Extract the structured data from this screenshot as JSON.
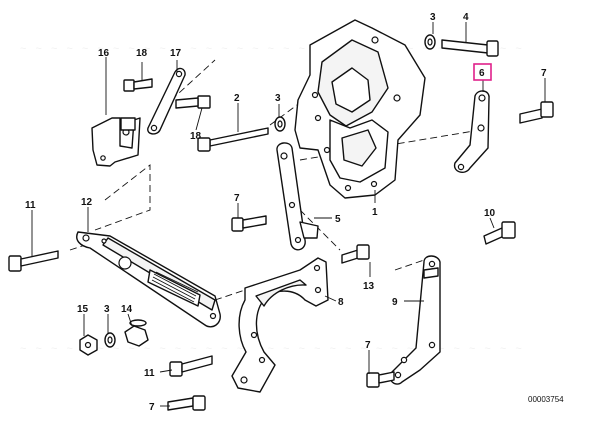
{
  "diagram": {
    "drawing_number": "00003754",
    "highlight_color": "#e0218a",
    "line_color": "#111111",
    "callouts": {
      "c1": "1",
      "c2": "2",
      "c3a": "3",
      "c3b": "3",
      "c3c": "3",
      "c4": "4",
      "c5": "5",
      "c6": "6",
      "c7a": "7",
      "c7b": "7",
      "c7c": "7",
      "c7d": "7",
      "c8": "8",
      "c9": "9",
      "c10": "10",
      "c11a": "11",
      "c11b": "11",
      "c12": "12",
      "c13": "13",
      "c14": "14",
      "c15": "15",
      "c16": "16",
      "c17": "17",
      "c18a": "18",
      "c18b": "18"
    },
    "highlighted_callout": "6"
  }
}
